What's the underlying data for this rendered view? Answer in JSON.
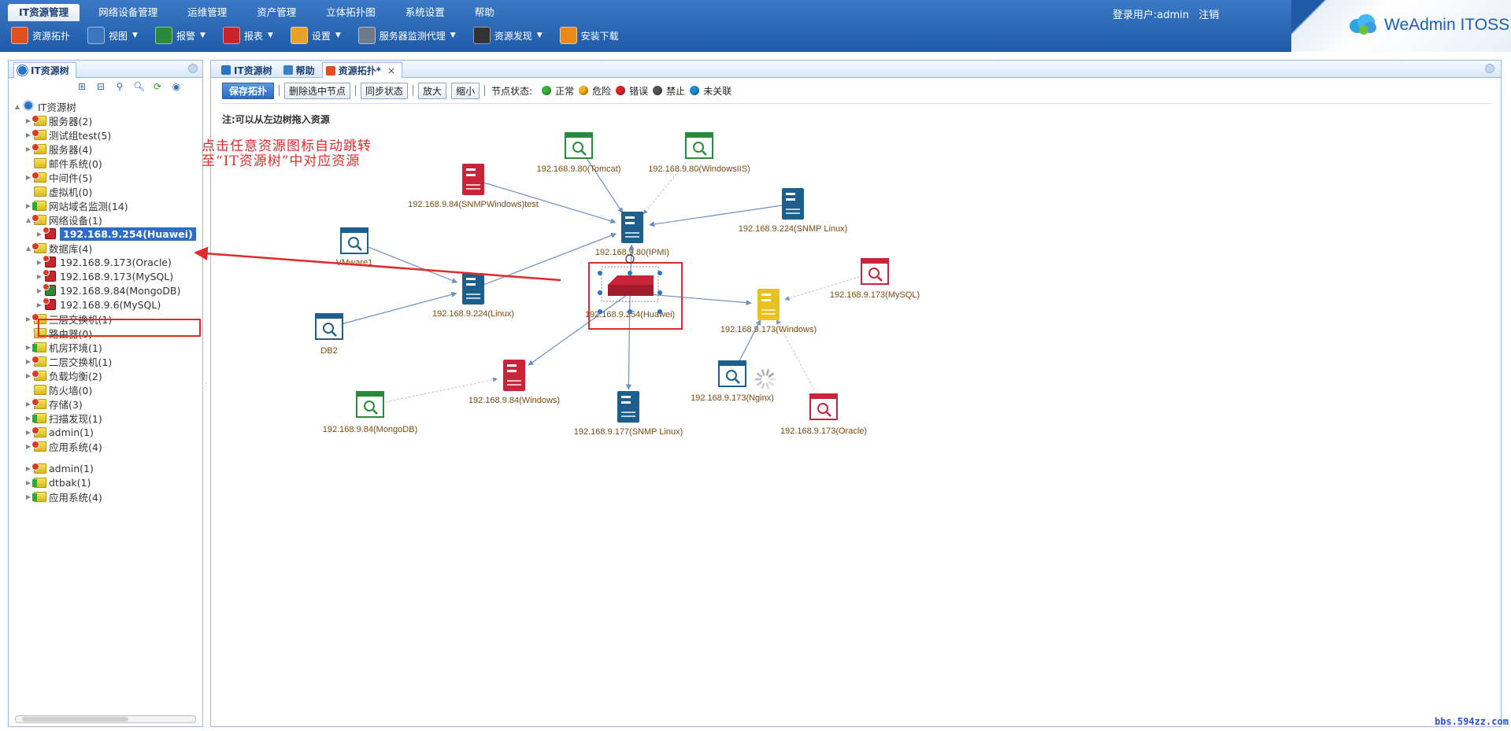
{
  "menu": [
    "IT资源管理",
    "网络设备管理",
    "运维管理",
    "资产管理",
    "立体拓扑图",
    "系统设置",
    "帮助"
  ],
  "login": {
    "label": "登录用户:admin",
    "logout": "注销"
  },
  "toolbar": [
    {
      "label": "资源拓扑",
      "icon": "topology-icon",
      "color": "#e0501e",
      "caret": false
    },
    {
      "label": "视图",
      "icon": "view-icon",
      "color": "#3a76bf",
      "caret": true
    },
    {
      "label": "报警",
      "icon": "alarm-icon",
      "color": "#2a8a3a",
      "caret": true
    },
    {
      "label": "报表",
      "icon": "report-icon",
      "color": "#c8242c",
      "caret": true
    },
    {
      "label": "设置",
      "icon": "settings-icon",
      "color": "#e8a22a",
      "caret": true
    },
    {
      "label": "服务器监测代理",
      "icon": "server-agent-icon",
      "color": "#6f7b8a",
      "caret": true
    },
    {
      "label": "资源发现",
      "icon": "discovery-icon",
      "color": "#333333",
      "caret": true
    },
    {
      "label": "安装下载",
      "icon": "download-icon",
      "color": "#e88a1a",
      "caret": false
    }
  ],
  "logo": "WeAdmin ITOSS",
  "left_panel": {
    "title": "IT资源树"
  },
  "tree": [
    {
      "label": "IT资源树",
      "level": 0,
      "icon": "root",
      "arrow": "▲"
    },
    {
      "label": "服务器(2)",
      "level": 1,
      "icon": "folder-bad",
      "arrow": "▶"
    },
    {
      "label": "测试组test(5)",
      "level": 1,
      "icon": "folder-bad",
      "arrow": "▶"
    },
    {
      "label": "服务器(4)",
      "level": 1,
      "icon": "folder-bad",
      "arrow": "▶"
    },
    {
      "label": "邮件系统(0)",
      "level": 1,
      "icon": "folder",
      "arrow": ""
    },
    {
      "label": "中间件(5)",
      "level": 1,
      "icon": "folder-bad",
      "arrow": "▶"
    },
    {
      "label": "虚拟机(0)",
      "level": 1,
      "icon": "folder",
      "arrow": ""
    },
    {
      "label": "网站域名监测(14)",
      "level": 1,
      "icon": "folder-green",
      "arrow": "▶"
    },
    {
      "label": "网络设备(1)",
      "level": 1,
      "icon": "folder-bad",
      "arrow": "▲"
    },
    {
      "label": "192.168.9.254(Huawei)",
      "level": 2,
      "icon": "dev",
      "arrow": "▶",
      "selected": true
    },
    {
      "label": "数据库(4)",
      "level": 1,
      "icon": "folder-bad",
      "arrow": "▲"
    },
    {
      "label": "192.168.9.173(Oracle)",
      "level": 2,
      "icon": "dev",
      "arrow": "▶"
    },
    {
      "label": "192.168.9.173(MySQL)",
      "level": 2,
      "icon": "dev",
      "arrow": "▶"
    },
    {
      "label": "192.168.9.84(MongoDB)",
      "level": 2,
      "icon": "dev-green",
      "arrow": "▶"
    },
    {
      "label": "192.168.9.6(MySQL)",
      "level": 2,
      "icon": "dev",
      "arrow": "▶"
    },
    {
      "label": "三层交换机(1)",
      "level": 1,
      "icon": "folder-bad",
      "arrow": "▶"
    },
    {
      "label": "路由器(0)",
      "level": 1,
      "icon": "folder",
      "arrow": ""
    },
    {
      "label": "机房环境(1)",
      "level": 1,
      "icon": "folder-green",
      "arrow": "▶"
    },
    {
      "label": "二层交换机(1)",
      "level": 1,
      "icon": "folder-bad",
      "arrow": "▶"
    },
    {
      "label": "负载均衡(2)",
      "level": 1,
      "icon": "folder-bad",
      "arrow": "▶"
    },
    {
      "label": "防火墙(0)",
      "level": 1,
      "icon": "folder",
      "arrow": ""
    },
    {
      "label": "存储(3)",
      "level": 1,
      "icon": "folder-bad",
      "arrow": "▶"
    },
    {
      "label": "扫描发现(1)",
      "level": 1,
      "icon": "folder-green",
      "arrow": "▶"
    },
    {
      "label": "admin(1)",
      "level": 1,
      "icon": "folder-bad",
      "arrow": "▶"
    },
    {
      "label": "应用系统(4)",
      "level": 1,
      "icon": "folder-bad",
      "arrow": "▶"
    }
  ],
  "tree_extra": [
    {
      "label": "admin(1)",
      "icon": "folder-bad",
      "arrow": "▶"
    },
    {
      "label": "dtbak(1)",
      "icon": "folder-green",
      "arrow": "▶"
    },
    {
      "label": "应用系统(4)",
      "icon": "folder-green",
      "arrow": "▶"
    }
  ],
  "main_tabs": [
    {
      "label": "IT资源树",
      "active": false,
      "closable": false
    },
    {
      "label": "帮助",
      "active": false,
      "closable": false
    },
    {
      "label": "资源拓扑*",
      "active": true,
      "closable": true
    }
  ],
  "topo_toolbar": {
    "save": "保存拓扑",
    "delete": "删除选中节点",
    "sync": "同步状态",
    "zoom_in": "放大",
    "zoom_out": "缩小",
    "status_label": "节点状态:"
  },
  "statuses": [
    {
      "label": "正常",
      "color": "#3bb53b"
    },
    {
      "label": "危险",
      "color": "#f0b21e"
    },
    {
      "label": "错误",
      "color": "#e02525"
    },
    {
      "label": "禁止",
      "color": "#555555"
    },
    {
      "label": "未关联",
      "color": "#1f8fd8"
    }
  ],
  "note": "注:可以从左边树拖入资源",
  "annotation": [
    "点击任意资源图标自动跳转",
    "至“IT资源树”中对应资源"
  ],
  "nodes": [
    {
      "id": "tomcat",
      "label": "192.168.9.80(Tomcat)",
      "type": "monitor",
      "color": "#2a8a3a"
    },
    {
      "id": "iis",
      "label": "192.168.9.80(WindowsIIS)",
      "type": "monitor",
      "color": "#2a8a3a"
    },
    {
      "id": "snmpwin",
      "label": "192.168.9.84(SNMPWindows)test",
      "type": "server",
      "color": "#c8243a"
    },
    {
      "id": "ipmi",
      "label": "192.168.9.80(IPMI)",
      "type": "server",
      "color": "#1c5f8c"
    },
    {
      "id": "snmplinux224",
      "label": "192.168.9.224(SNMP Linux)",
      "type": "server",
      "color": "#1c5f8c"
    },
    {
      "id": "vmware",
      "label": "VMware1",
      "type": "monitor",
      "color": "#1c5f8c"
    },
    {
      "id": "linux224",
      "label": "192.168.9.224(Linux)",
      "type": "server",
      "color": "#1c5f8c"
    },
    {
      "id": "db2",
      "label": "DB2",
      "type": "monitor",
      "color": "#1c5f8c"
    },
    {
      "id": "huawei",
      "label": "192.168.9.254(Huawei)",
      "type": "switch",
      "color": "#c8243a"
    },
    {
      "id": "mysql173",
      "label": "192.168.9.173(MySQL)",
      "type": "monitor",
      "color": "#c8243a"
    },
    {
      "id": "win173",
      "label": "192.168.9.173(Windows)",
      "type": "server",
      "color": "#e8c21e"
    },
    {
      "id": "win84",
      "label": "192.168.9.84(Windows)",
      "type": "server",
      "color": "#c8243a"
    },
    {
      "id": "mongo84",
      "label": "192.168.9.84(MongoDB)",
      "type": "monitor",
      "color": "#2a8a3a"
    },
    {
      "id": "snmplinux177",
      "label": "192.168.9.177(SNMP Linux)",
      "type": "server",
      "color": "#1c5f8c"
    },
    {
      "id": "nginx173",
      "label": "192.168.9.173(Nginx)",
      "type": "monitor",
      "color": "#1c5f8c"
    },
    {
      "id": "oracle173",
      "label": "192.168.9.173(Oracle)",
      "type": "monitor",
      "color": "#c8243a"
    }
  ],
  "links": [
    [
      "tomcat",
      "ipmi",
      "solid"
    ],
    [
      "iis",
      "ipmi",
      "dashed"
    ],
    [
      "snmpwin",
      "ipmi",
      "solid"
    ],
    [
      "snmplinux224",
      "ipmi",
      "solid"
    ],
    [
      "linux224",
      "ipmi",
      "solid"
    ],
    [
      "vmware",
      "linux224",
      "solid"
    ],
    [
      "db2",
      "linux224",
      "solid"
    ],
    [
      "huawei",
      "ipmi",
      "solid"
    ],
    [
      "huawei",
      "win173",
      "solid"
    ],
    [
      "huawei",
      "win84",
      "solid"
    ],
    [
      "huawei",
      "snmplinux177",
      "solid"
    ],
    [
      "mysql173",
      "win173",
      "dashed"
    ],
    [
      "nginx173",
      "win173",
      "solid"
    ],
    [
      "oracle173",
      "win173",
      "dashed"
    ],
    [
      "mongo84",
      "win84",
      "dashed"
    ]
  ],
  "watermark": "bbs.594zz.com"
}
